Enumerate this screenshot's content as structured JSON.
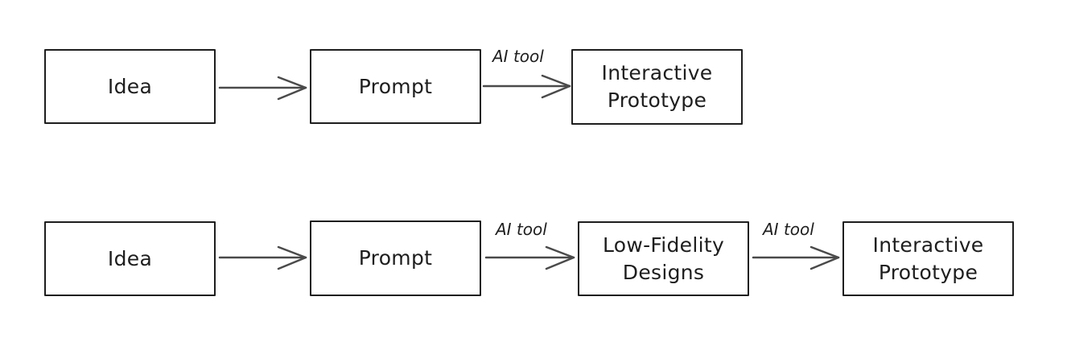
{
  "flow_1": {
    "idea": "Idea",
    "prompt": "Prompt",
    "arrow_label": "AI tool",
    "prototype": "Interactive\nPrototype"
  },
  "flow_2": {
    "idea": "Idea",
    "prompt": "Prompt",
    "arrow_label_1": "AI tool",
    "low_fidelity": "Low-Fidelity\nDesigns",
    "arrow_label_2": "AI tool",
    "prototype": "Interactive\nPrototype"
  },
  "colors": {
    "stroke": "#1e1e1e",
    "arrow": "#4a4a4a",
    "background": "#ffffff"
  }
}
